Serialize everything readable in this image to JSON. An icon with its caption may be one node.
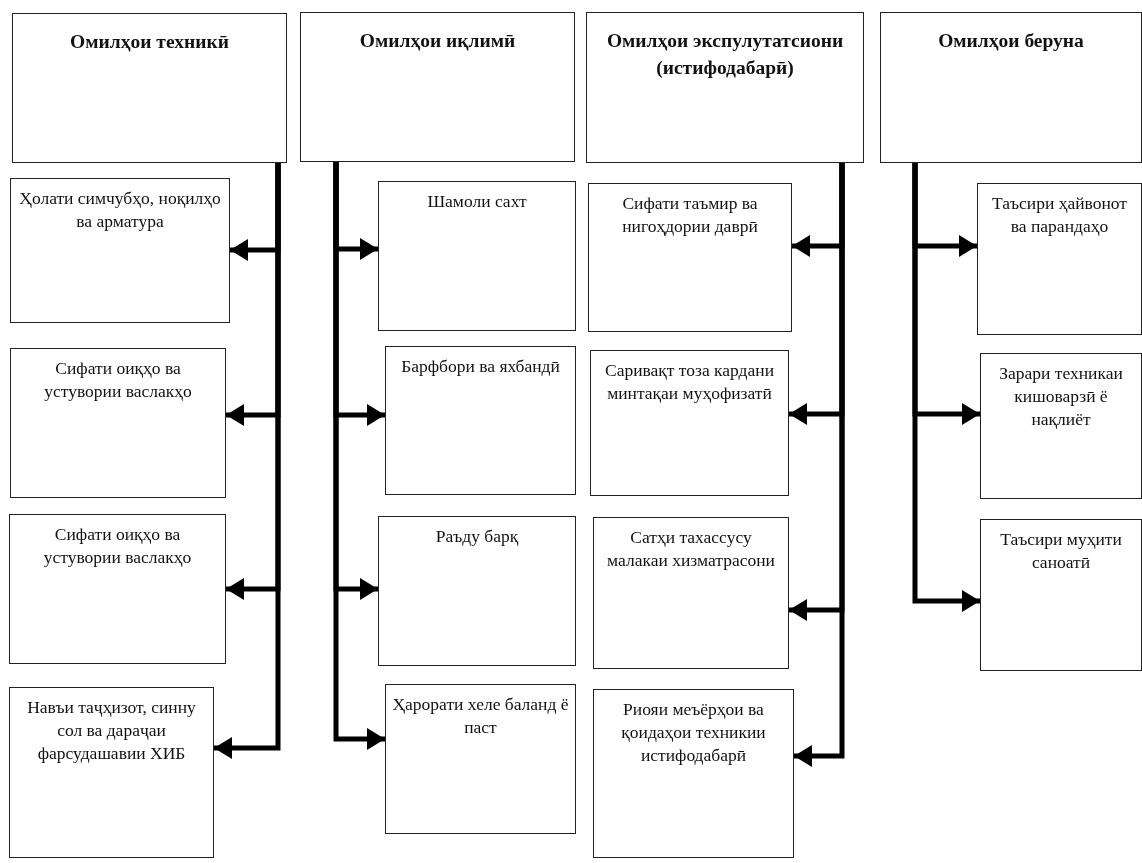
{
  "diagram": {
    "nodes": [
      {
        "text": [
          "Омилҳои техникӣ"
        ]
      },
      {
        "text": [
          "Омилҳои иқлимӣ"
        ]
      },
      {
        "text": [
          "Омилҳои экспулутатсиони (истифодабарӣ)"
        ]
      },
      {
        "text": [
          "Омилҳои беруна"
        ]
      },
      {
        "text": [
          "Ҳолати симчубҳо, ноқилҳо ва арматура"
        ]
      },
      {
        "text": [
          "Сифати оиқҳо ва устувории васлакҳо"
        ]
      },
      {
        "text": [
          "Сифати оиқҳо ва устувории васлакҳо"
        ]
      },
      {
        "text": [
          "Навъи таҷҳизот, синну сол ва дараҷаи фарсудашавии ХИБ"
        ]
      },
      {
        "text": [
          "Шамоли сахт"
        ]
      },
      {
        "text": [
          "Барфбори ва яхбандӣ"
        ]
      },
      {
        "text": [
          "Раъду барқ"
        ]
      },
      {
        "text": [
          "Ҳарорати хеле баланд ё паст"
        ]
      },
      {
        "text": [
          "Сифати таъмир ва нигоҳдории даврӣ"
        ]
      },
      {
        "text": [
          "Саривақт тоза кардани минтақаи муҳофизатӣ"
        ]
      },
      {
        "text": [
          "Сатҳи тахассусу малакаи хизматрасони"
        ]
      },
      {
        "text": [
          "Риояи меъёрҳои ва қоидаҳои техникии истифодабарӣ"
        ]
      },
      {
        "text": [
          "Таъсири ҳайвонот ва парандаҳо"
        ]
      },
      {
        "text": [
          "Зарари техникаи кишоварзӣ ё нақлиёт"
        ]
      },
      {
        "text": [
          "Таъсири муҳити саноатӣ"
        ]
      }
    ],
    "edges": [
      {
        "from": 0,
        "to": 4,
        "arrow": "to"
      },
      {
        "from": 0,
        "to": 5,
        "arrow": "to"
      },
      {
        "from": 0,
        "to": 6,
        "arrow": "to"
      },
      {
        "from": 0,
        "to": 7,
        "arrow": "to"
      },
      {
        "from": 1,
        "to": 8,
        "arrow": "to"
      },
      {
        "from": 1,
        "to": 9,
        "arrow": "to"
      },
      {
        "from": 1,
        "to": 10,
        "arrow": "to"
      },
      {
        "from": 1,
        "to": 11,
        "arrow": "to"
      },
      {
        "from": 2,
        "to": 12,
        "arrow": "to"
      },
      {
        "from": 2,
        "to": 13,
        "arrow": "to"
      },
      {
        "from": 2,
        "to": 14,
        "arrow": "to"
      },
      {
        "from": 2,
        "to": 15,
        "arrow": "to"
      },
      {
        "from": 3,
        "to": 16,
        "arrow": "to"
      },
      {
        "from": 3,
        "to": 17,
        "arrow": "to"
      },
      {
        "from": 3,
        "to": 18,
        "arrow": "to"
      }
    ]
  }
}
